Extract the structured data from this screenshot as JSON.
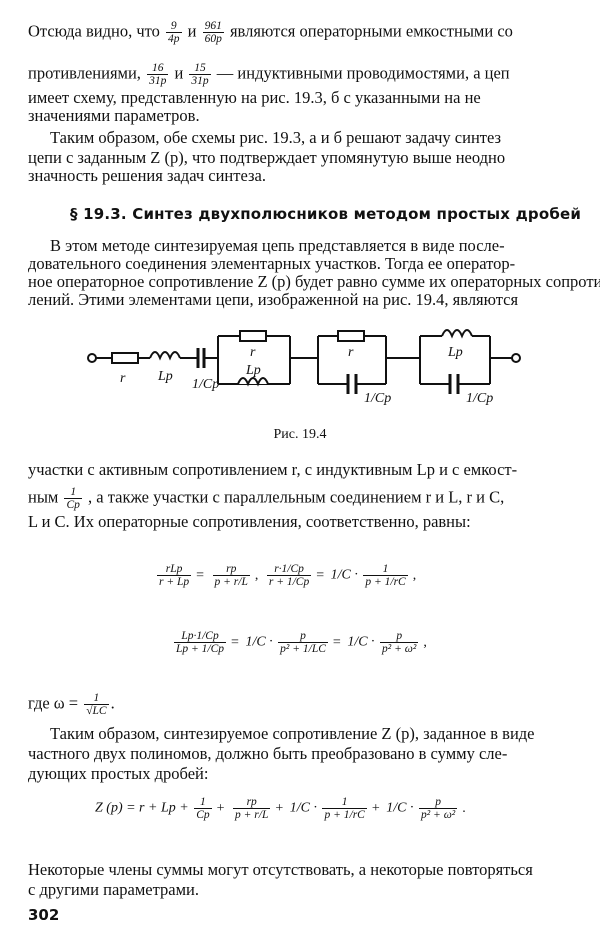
{
  "para1": {
    "l1a": "Отсюда видно, что",
    "f1_num": "9",
    "f1_den": "4p",
    "l1b": "и",
    "f2_num": "961",
    "f2_den": "60p",
    "l1c": "являются операторными емкостными со",
    "l2a": "противлениями,",
    "f3_num": "16",
    "f3_den": "31p",
    "l2b": "и",
    "f4_num": "15",
    "f4_den": "31p",
    "l2c": "— индуктивными проводимостями, а цеп",
    "l3": "имеет схему, представленную на рис. 19.3, б с указанными на не",
    "l4": "значениями параметров."
  },
  "para2": {
    "l1": "Таким образом, обе схемы рис. 19.3, а и б решают задачу синтез",
    "l2": "цепи с заданным Z (p), что подтверждает упомянутую выше неодно",
    "l3": "значность решения задач синтеза."
  },
  "section_heading": "§ 19.3. Синтез двухполюсников методом простых дробей",
  "para3": {
    "l1": "В этом методе синтезируемая цепь представляется в виде после-",
    "l2": "довательного соединения элементарных участков. Тогда ее оператор-",
    "l3": "ное операторное сопротивление Z (p) будет равно сумме их операторных сопротив-",
    "l4": "лений. Этими элементами цепи, изображенной на рис. 19.4, являются"
  },
  "figure": {
    "label_r1": "r",
    "label_lp1": "Lp",
    "label_c1": "1/Cp",
    "label_r2": "r",
    "label_lp2": "Lp",
    "label_r3": "r",
    "label_c3": "1/Cp",
    "label_lp4": "Lp",
    "label_c4": "1/Cp",
    "caption": "Рис. 19.4"
  },
  "para4": {
    "l1": "участки с активным сопротивлением r, с индуктивным Lp и с емкост-",
    "l2a": "ным",
    "f_num": "1",
    "f_den": "Cp",
    "l2b": ", а также участки с параллельным соединением r и L, r и C,",
    "l3": "L и C. Их операторные сопротивления, соответственно, равны:"
  },
  "eq1": {
    "a_num": "rLp",
    "a_den": "r + Lp",
    "b_num": "rp",
    "b_den": "p + r/L",
    "c_num": "r·1/Cp",
    "c_den": "r + 1/Cp",
    "d_pre": "1/C ·",
    "d_num": "1",
    "d_den": "p + 1/rC"
  },
  "eq2": {
    "a_num": "Lp·1/Cp",
    "a_den": "Lp + 1/Cp",
    "b_pre": "1/C ·",
    "b_num": "p",
    "b_den": "p² + 1/LC",
    "c_pre": "1/C ·",
    "c_num": "p",
    "c_den": "p² + ω²"
  },
  "where": {
    "text": "где ω =",
    "num": "1",
    "den": "√LC"
  },
  "para5": {
    "l1": "Таким образом, синтезируемое сопротивление Z (p), заданное в виде",
    "l2": "частного двух полиномов, должно быть преобразовано в сумму сле-",
    "l3": "дующих простых дробей:"
  },
  "eq3": {
    "lhs": "Z (p) = r + Lp +",
    "t1_num": "1",
    "t1_den": "Cp",
    "t2_num": "rp",
    "t2_den": "p + r/L",
    "t3_pre": "1/C ·",
    "t3_num": "1",
    "t3_den": "p + 1/rC",
    "t4_pre": "1/C ·",
    "t4_num": "p",
    "t4_den": "p² + ω²"
  },
  "para6": {
    "l1": "Некоторые члены суммы могут отсутствовать, а некоторые повторяться",
    "l2": "с другими параметрами."
  },
  "page_number": "302"
}
